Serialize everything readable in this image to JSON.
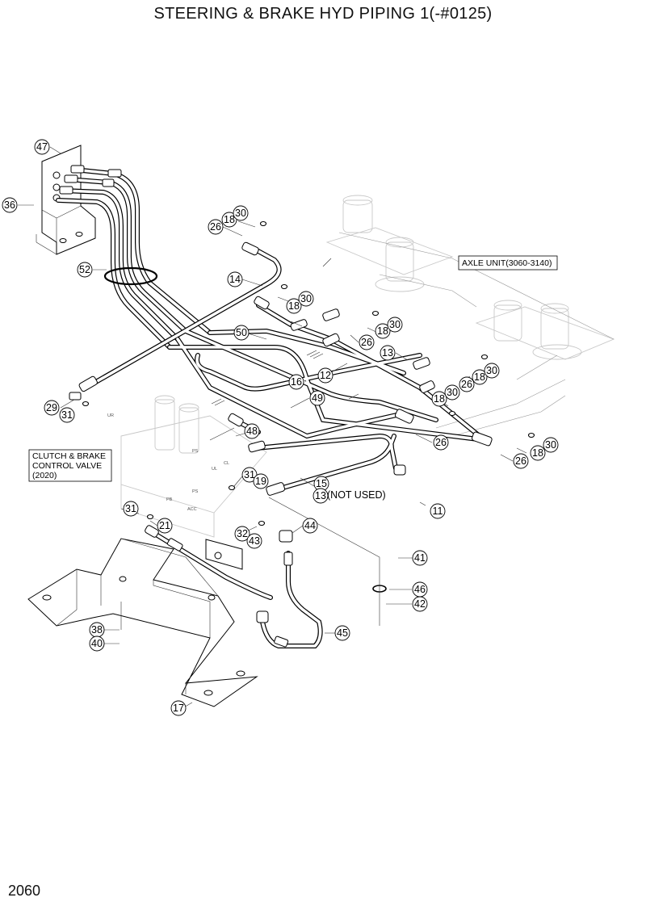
{
  "title": "STEERING & BRAKE HYD PIPING 1(-#0125)",
  "page_number": "2060",
  "labels": {
    "axle_unit": "AXLE UNIT(3060-3140)",
    "clutch_line1": "CLUTCH & BRAKE",
    "clutch_line2": "CONTROL VALVE",
    "clutch_line3": "(2020)",
    "not_used": "(NOT USED)"
  },
  "valve_port_marks": [
    "UR",
    "PS",
    "UL",
    "CL",
    "PB",
    "PS",
    "ACC"
  ],
  "part_numbers": {
    "p47": "47",
    "p36": "36",
    "p52": "52",
    "p26a": "26",
    "p18a": "18",
    "p30a": "30",
    "p14": "14",
    "p18b": "18",
    "p30b": "30",
    "p50": "50",
    "p18c": "18",
    "p30c": "30",
    "p26b": "26",
    "p13a": "13",
    "p16": "16",
    "p12": "12",
    "p18d": "18",
    "p26c": "26",
    "p30d": "30",
    "p49": "49",
    "p18e": "18",
    "p30e": "30",
    "p29": "29",
    "p31a": "31",
    "p48": "48",
    "p26d": "26",
    "p18f": "18",
    "p30f": "30",
    "p26e": "26",
    "p15": "15",
    "p13b": "13",
    "p31b": "31",
    "p19": "19",
    "p11": "11",
    "p31c": "31",
    "p21": "21",
    "p44": "44",
    "p32": "32",
    "p43": "43",
    "p41": "41",
    "p46": "46",
    "p42": "42",
    "p38": "38",
    "p40": "40",
    "p45": "45",
    "p17": "17"
  }
}
